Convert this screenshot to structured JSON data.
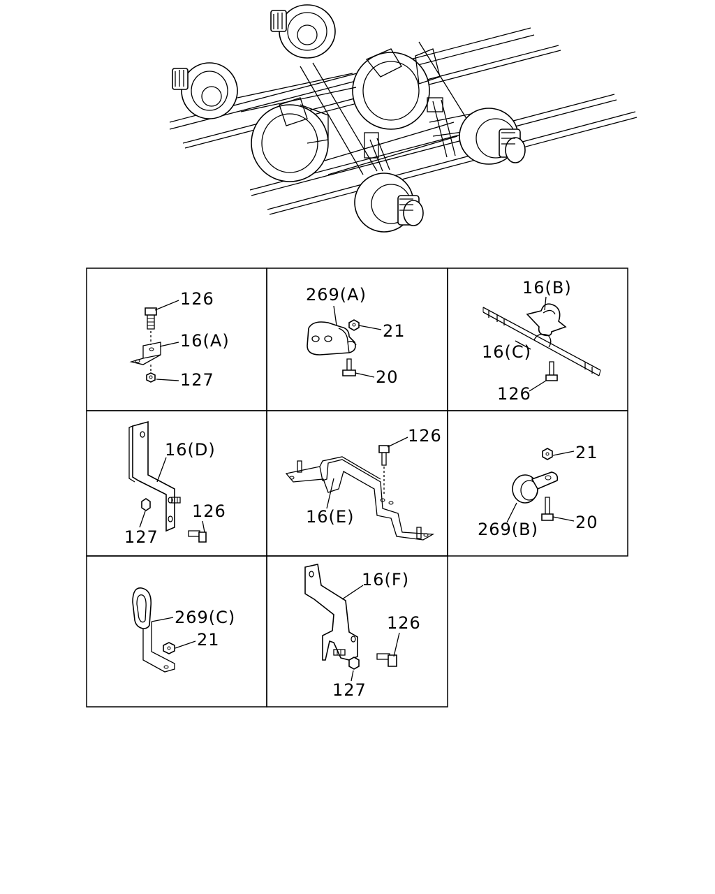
{
  "panels": [
    {
      "id": "p1",
      "labels": [
        "126",
        "16(A)",
        "127"
      ]
    },
    {
      "id": "p2",
      "labels": [
        "269(A)",
        "21",
        "20"
      ]
    },
    {
      "id": "p3",
      "labels": [
        "16(B)",
        "16(C)",
        "126"
      ]
    },
    {
      "id": "p4",
      "labels": [
        "16(D)",
        "126",
        "127"
      ]
    },
    {
      "id": "p5",
      "labels": [
        "126",
        "16(E)"
      ]
    },
    {
      "id": "p6",
      "labels": [
        "21",
        "269(B)",
        "20"
      ]
    },
    {
      "id": "p7",
      "labels": [
        "269(C)",
        "21"
      ]
    },
    {
      "id": "p8",
      "labels": [
        "16(F)",
        "126",
        "127"
      ]
    }
  ]
}
